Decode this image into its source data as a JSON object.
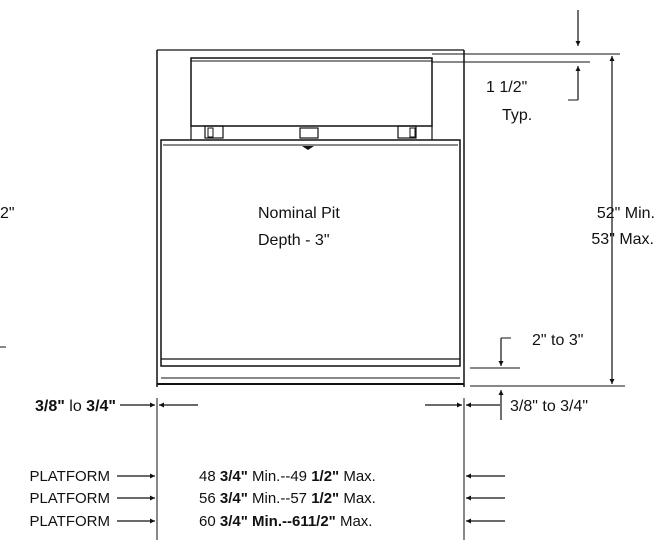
{
  "labels": {
    "pit_line1": "Nominal Pit",
    "pit_line2": "Depth - 3\"",
    "typ_dim": "1 1/2\"",
    "typ_word": "Typ.",
    "height_min": "52\" Min.",
    "height_max": "53\" Max.",
    "gap_dim": "2\" to 3\"",
    "left_cut": "2\"",
    "side_left": {
      "a": "3/8\"",
      "b": " lo ",
      "c": "3/4\""
    },
    "side_right": "3/8\" to 3/4\""
  },
  "rows": [
    {
      "label": "PLATFORM",
      "p1": "48 ",
      "p2": "3/4\"",
      "p3": " Min.--49 ",
      "p4": "1/2\"",
      "p5": " Max."
    },
    {
      "label": "PLATFORM",
      "p1": "56 ",
      "p2": "3/4\"",
      "p3": " Min.--57 ",
      "p4": "1/2\"",
      "p5": " Max."
    },
    {
      "label": "PLATFORM",
      "p1": "60 ",
      "p2": "3/4\" Min.--611/2\"",
      "p3": " Max.",
      "p4": "",
      "p5": ""
    }
  ],
  "colors": {
    "ink": "#111111",
    "background": "#ffffff"
  }
}
